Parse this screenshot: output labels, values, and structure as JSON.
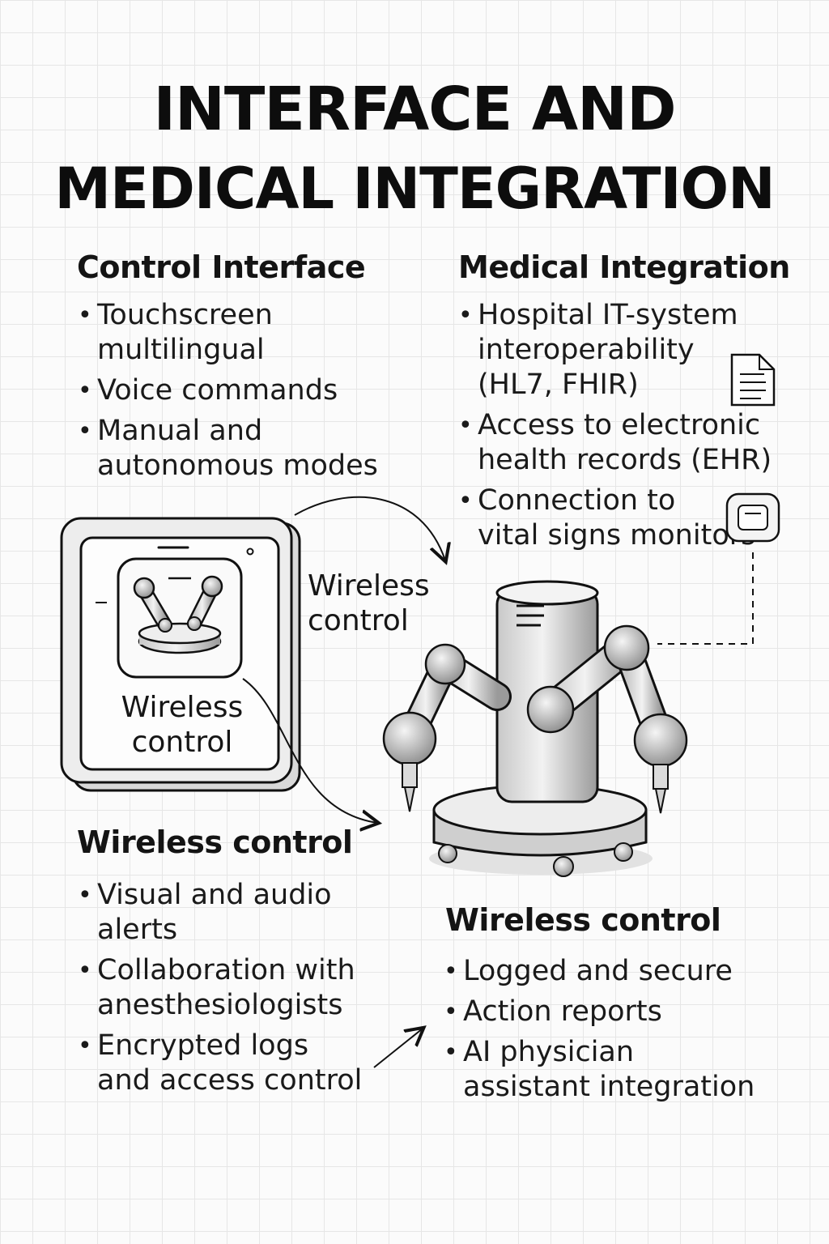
{
  "title": {
    "line1": "INTERFACE AND",
    "line2": "MEDICAL INTEGRATION"
  },
  "sections": {
    "control_interface": {
      "heading": "Control Interface",
      "items": [
        "Touchscreen\nmultilingual",
        "Voice commands",
        "Manual and\nautonomous modes"
      ]
    },
    "medical_integration": {
      "heading": "Medical Integration",
      "items": [
        "Hospital IT-system\ninteroperability\n(HL7, FHIR)",
        "Access to electronic\nhealth records (EHR)",
        "Connection to\nvital signs monitors"
      ]
    },
    "wireless_left": {
      "heading": "Wireless control",
      "items": [
        "Visual and audio\nalerts",
        "Collaboration with\nanesthesiologists",
        "Encrypted logs\nand access control"
      ]
    },
    "wireless_right": {
      "heading": "Wireless control",
      "items": [
        "Logged and secure",
        "Action reports",
        "AI physician\nassistant integration"
      ]
    }
  },
  "labels": {
    "tablet_screen": "Wireless\ncontrol",
    "arrow_label": "Wireless\ncontrol"
  },
  "icons": [
    "tablet-icon",
    "robot-icon",
    "document-icon",
    "monitor-icon",
    "arrow-icon"
  ],
  "colors": {
    "ink": "#111111",
    "grid": "#e6e6e6",
    "paper": "#fbfbfb"
  }
}
